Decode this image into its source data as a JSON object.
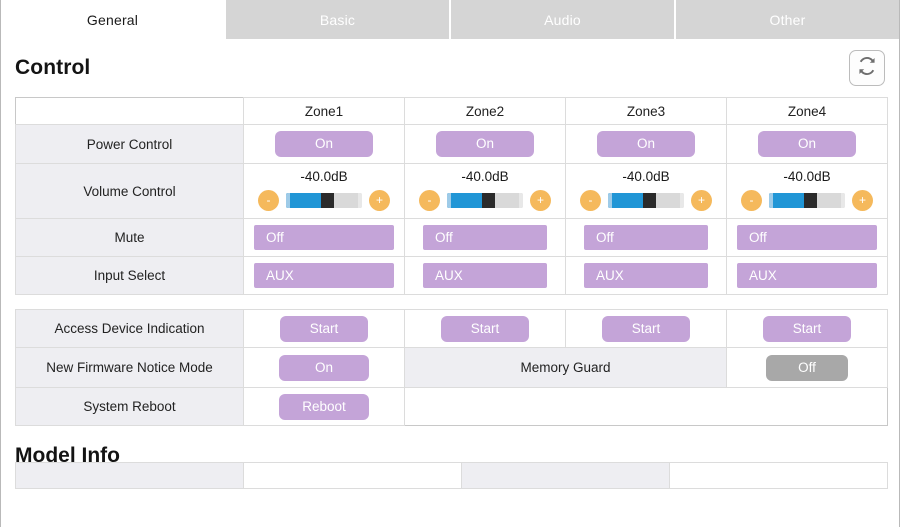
{
  "tabs": [
    {
      "label": "General",
      "active": true
    },
    {
      "label": "Basic",
      "active": false
    },
    {
      "label": "Audio",
      "active": false
    },
    {
      "label": "Other",
      "active": false
    }
  ],
  "control": {
    "title": "Control",
    "refresh_icon": "refresh-icon",
    "zones": [
      "Zone1",
      "Zone2",
      "Zone3",
      "Zone4"
    ],
    "rows": {
      "power": {
        "label": "Power Control",
        "values": [
          "On",
          "On",
          "On",
          "On"
        ]
      },
      "volume": {
        "label": "Volume Control",
        "values": [
          "-40.0dB",
          "-40.0dB",
          "-40.0dB",
          "-40.0dB"
        ],
        "minus_label": "-",
        "plus_label": "+",
        "fill_percent": 46
      },
      "mute": {
        "label": "Mute",
        "values": [
          "Off",
          "Off",
          "Off",
          "Off"
        ]
      },
      "input_select": {
        "label": "Input Select",
        "values": [
          "AUX",
          "AUX",
          "AUX",
          "AUX"
        ]
      }
    }
  },
  "system": {
    "access_device": {
      "label": "Access Device Indication",
      "values": [
        "Start",
        "Start",
        "Start",
        "Start"
      ]
    },
    "firmware_notice": {
      "label": "New Firmware Notice Mode",
      "value": "On"
    },
    "memory_guard": {
      "label": "Memory Guard",
      "value": "Off"
    },
    "system_reboot": {
      "label": "System Reboot",
      "value": "Reboot"
    }
  },
  "model_info": {
    "title": "Model Info"
  },
  "colors": {
    "accent_purple": "#c4a4d8",
    "slider_blue": "#2196d6",
    "stepper_orange": "#f5b95c",
    "disabled_gray": "#a8a8a8",
    "tab_inactive": "#d5d5d5",
    "label_bg": "#eeeef2"
  }
}
